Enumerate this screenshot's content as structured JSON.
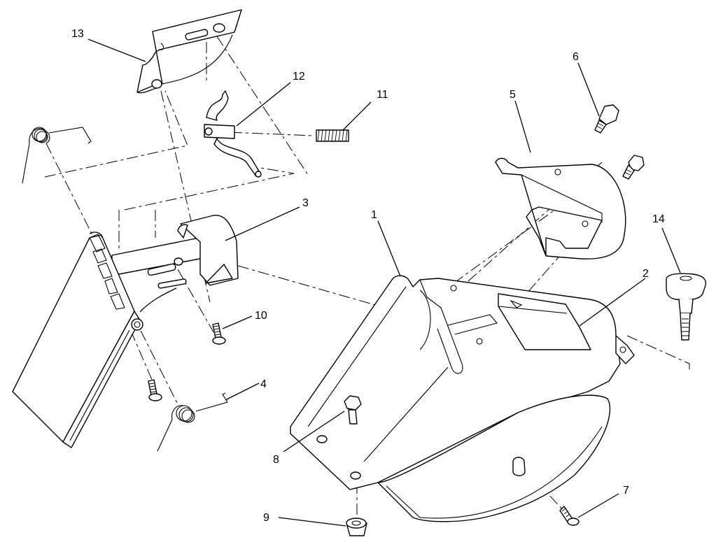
{
  "callouts": {
    "c1": "1",
    "c2": "2",
    "c3": "3",
    "c4": "4",
    "c5": "5",
    "c6": "6",
    "c7": "7",
    "c8": "8",
    "c9": "9",
    "c10": "10",
    "c11": "11",
    "c12": "12",
    "c13": "13",
    "c14": "14"
  },
  "colors": {
    "line": "#000000",
    "background": "#ffffff"
  }
}
